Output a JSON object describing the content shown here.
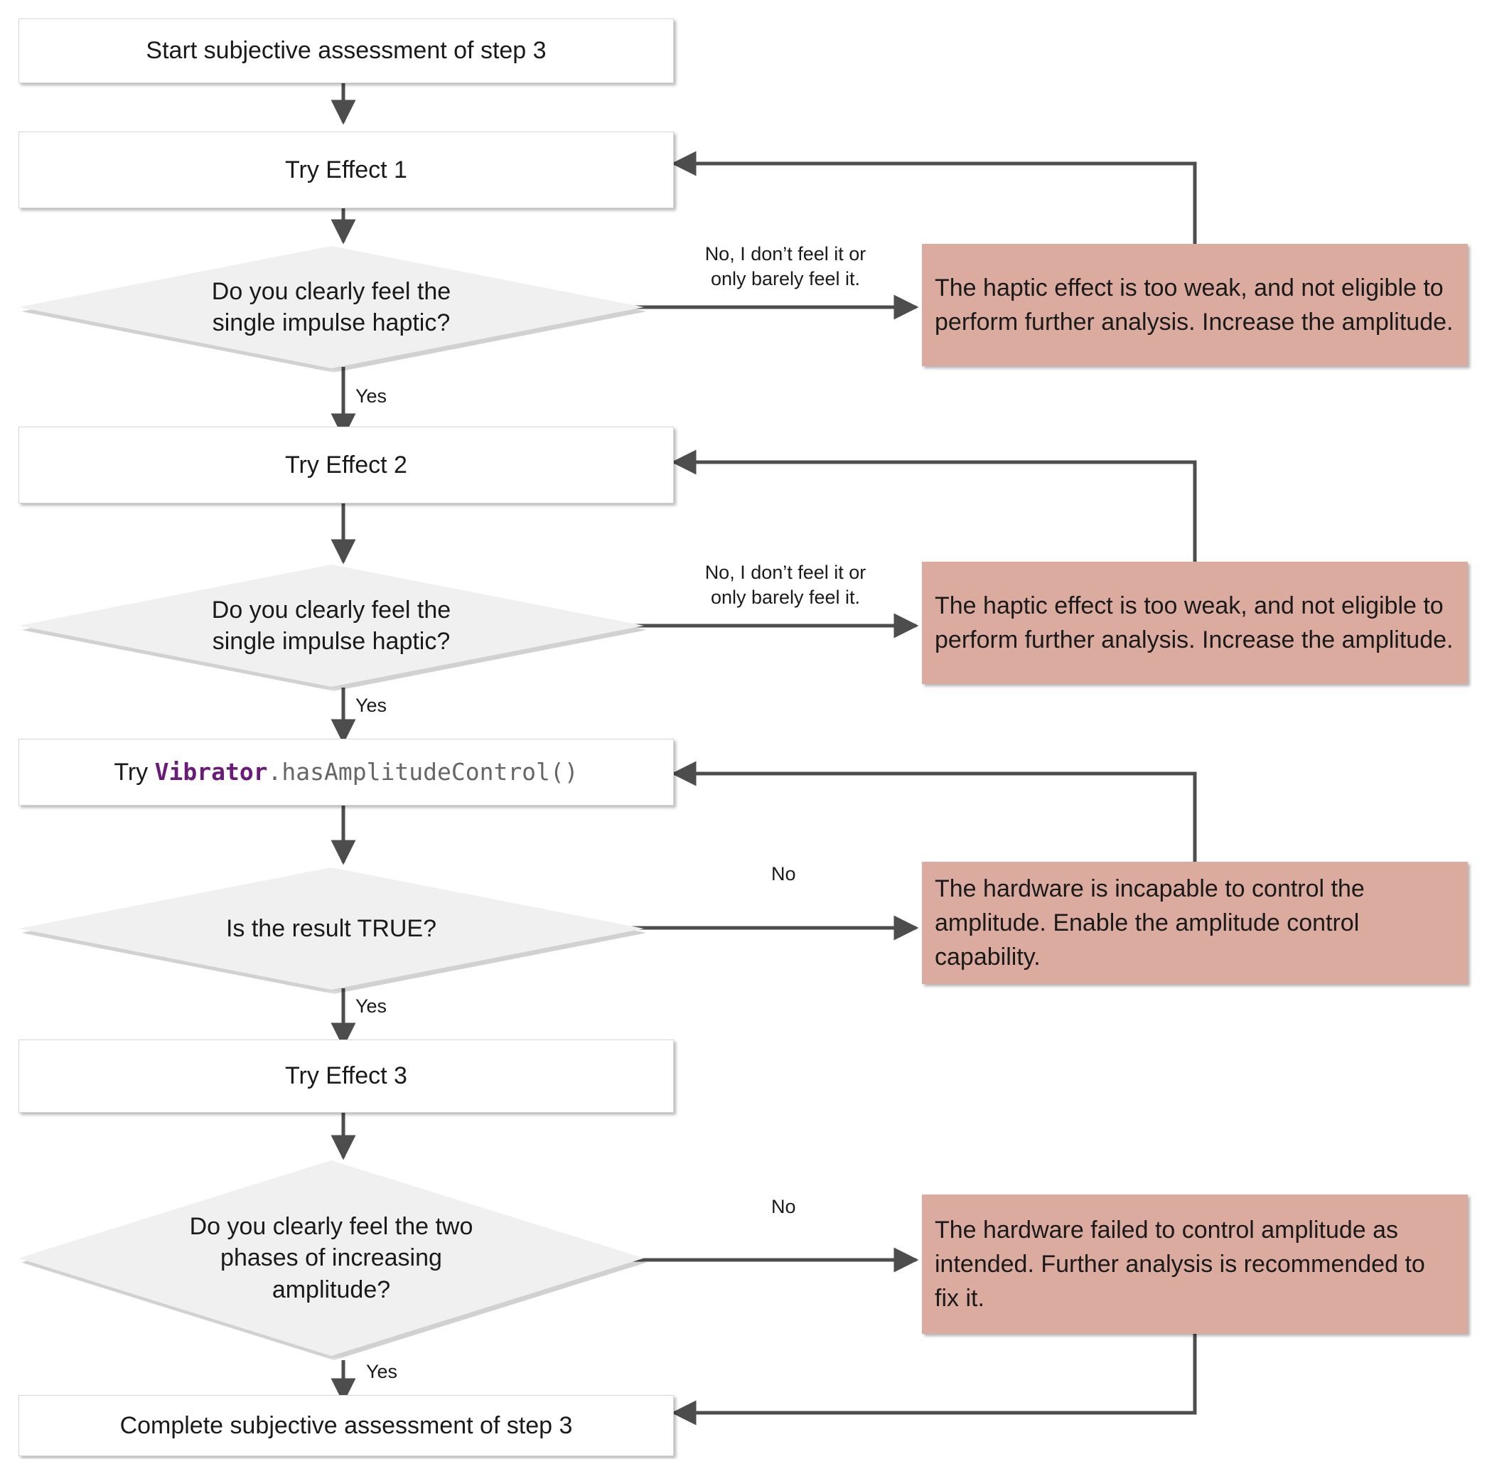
{
  "diagram": {
    "title": "Subjective assessment of step 3 flowchart",
    "colors": {
      "alert_fill": "#dcab9f",
      "process_fill": "#ffffff",
      "decision_fill": "#f0f0f0",
      "connector": "#4d4d4d",
      "class_token": "#6a1b7a",
      "method_token": "#666666"
    },
    "nodes": {
      "start": {
        "label": "Start subjective assessment of step 3"
      },
      "try_effect_1": {
        "label": "Try Effect 1"
      },
      "decision_1": {
        "line1": "Do you clearly feel the",
        "line2": "single impulse haptic?"
      },
      "alert_1": {
        "text": "The haptic effect is too weak, and not eligible to perform further analysis. Increase the amplitude."
      },
      "try_effect_2": {
        "label": "Try Effect 2"
      },
      "decision_2": {
        "line1": "Do you clearly feel the",
        "line2": "single impulse haptic?"
      },
      "alert_2": {
        "text": "The haptic effect is too weak, and not eligible to perform further analysis. Increase the amplitude."
      },
      "try_api": {
        "prefix": "Try ",
        "class_token": "Vibrator",
        "method_token": ".hasAmplitudeControl()"
      },
      "decision_3": {
        "label": "Is the result TRUE?"
      },
      "alert_3": {
        "text": "The hardware is incapable to control the amplitude. Enable the amplitude control capability."
      },
      "try_effect_3": {
        "label": "Try Effect 3"
      },
      "decision_4": {
        "line1": "Do you clearly feel the two",
        "line2": "phases of increasing",
        "line3": "amplitude?"
      },
      "alert_4": {
        "text": "The hardware failed to control amplitude as intended. Further analysis is recommended to fix it."
      },
      "complete": {
        "label": "Complete subjective assessment of step 3"
      }
    },
    "edge_labels": {
      "no_feel_1": "No, I don’t feel it or\nonly barely feel it.",
      "yes_1": "Yes",
      "no_feel_2": "No, I don’t feel it or\nonly barely feel it.",
      "yes_2": "Yes",
      "no_3": "No",
      "yes_3": "Yes",
      "no_4": "No",
      "yes_4": "Yes"
    }
  }
}
